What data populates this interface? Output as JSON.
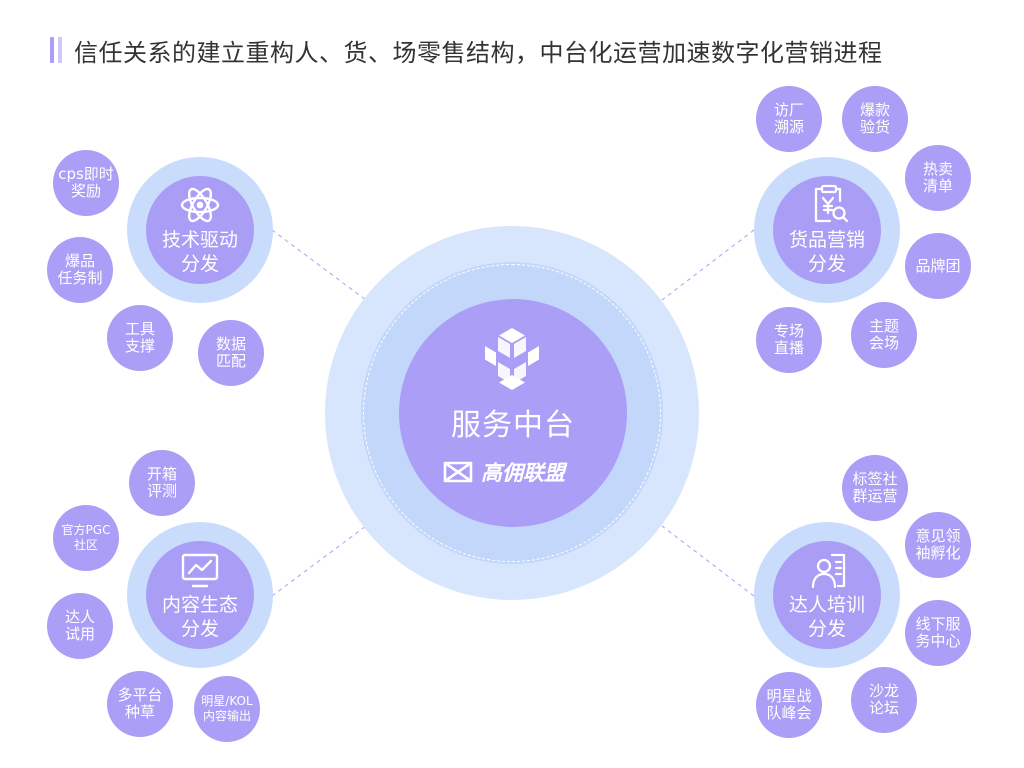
{
  "title": "信任关系的建立重构人、货、场零售结构，中台化运营加速数字化营销进程",
  "colors": {
    "accent": "#aa9ef6",
    "light_ring": "#c9dcfc",
    "title_mark_1": "#a99df5",
    "title_mark_2": "#cfc8fa"
  },
  "center": {
    "label": "服务中台",
    "brand": "高佣联盟",
    "icon": "hexagon-cube-icon"
  },
  "hubs": [
    {
      "label": "技术驱动\n分发",
      "icon": "atom-icon",
      "satellites": [
        "cps即时\n奖励",
        "爆品\n任务制",
        "工具\n支撑",
        "数据\n匹配"
      ]
    },
    {
      "label": "货品营销\n分发",
      "icon": "yuan-clipboard-icon",
      "satellites": [
        "访厂\n溯源",
        "爆款\n验货",
        "热卖\n清单",
        "品牌团",
        "主题\n会场",
        "专场\n直播"
      ]
    },
    {
      "label": "内容生态\n分发",
      "icon": "chart-monitor-icon",
      "satellites": [
        "开箱\n评测",
        "官方PGC\n社区",
        "达人\n试用",
        "多平台\n种草",
        "明星/KOL\n内容输出"
      ]
    },
    {
      "label": "达人培训\n分发",
      "icon": "person-card-icon",
      "satellites": [
        "标签社\n群运营",
        "意见领\n袖孵化",
        "线下服\n务中心",
        "沙龙\n论坛",
        "明星战\n队峰会"
      ]
    }
  ]
}
